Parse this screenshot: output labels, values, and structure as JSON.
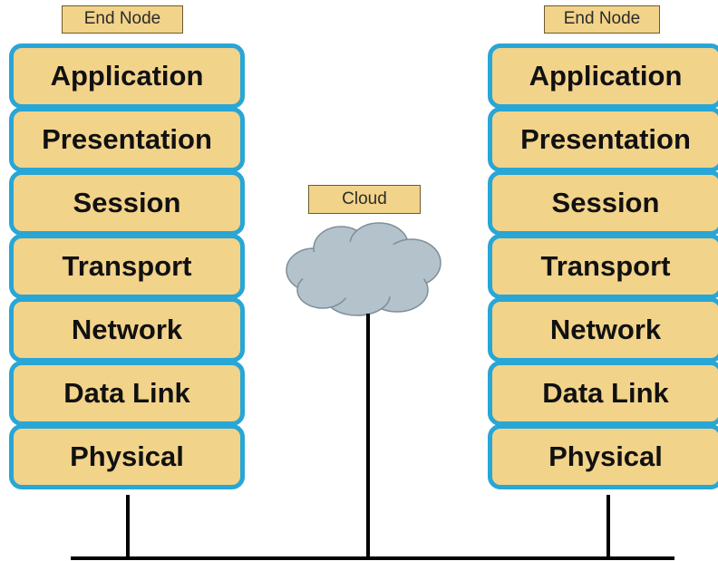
{
  "left_node": {
    "label": "End Node",
    "layers": [
      "Application",
      "Presentation",
      "Session",
      "Transport",
      "Network",
      "Data Link",
      "Physical"
    ]
  },
  "right_node": {
    "label": "End Node",
    "layers": [
      "Application",
      "Presentation",
      "Session",
      "Transport",
      "Network",
      "Data Link",
      "Physical"
    ]
  },
  "cloud": {
    "label": "Cloud"
  },
  "colors": {
    "layer_fill": "#f2d38a",
    "layer_border": "#28a6d6",
    "cloud_fill": "#b3c2cb",
    "line": "#000000"
  }
}
